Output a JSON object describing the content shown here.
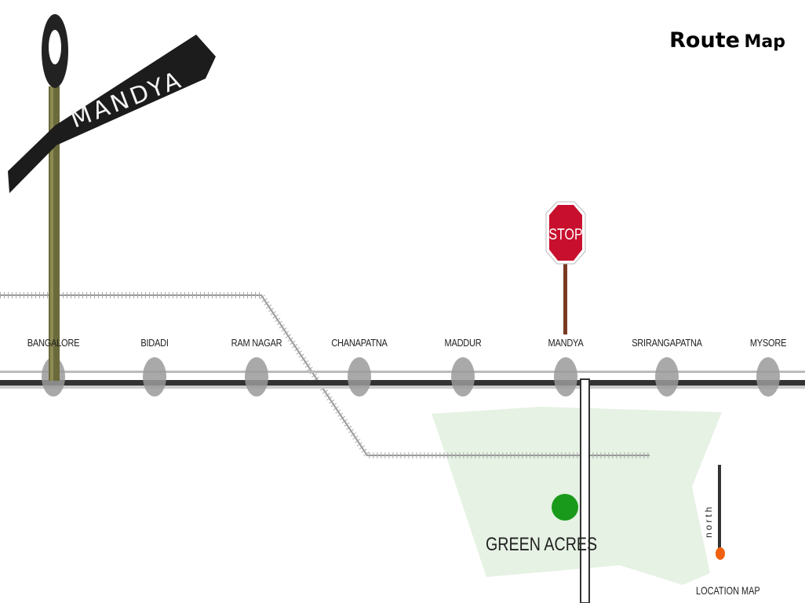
{
  "title": {
    "bold": "Route",
    "rest": "Map"
  },
  "signpost": {
    "text": "MANDYA"
  },
  "stop_sign": {
    "text": "STOP"
  },
  "stations": [
    "BANGALORE",
    "BIDADI",
    "RAM NAGAR",
    "CHANAPATNA",
    "MADDUR",
    "MANDYA",
    "SRIRANGAPATNA",
    "MYSORE"
  ],
  "destination": {
    "label": "GREEN ACRES",
    "color": "#1a9a1a"
  },
  "compass": {
    "label": "north",
    "marker_color": "#f06010"
  },
  "legend": {
    "label": "LOCATION MAP"
  },
  "colors": {
    "area": "#e6f2e4",
    "station": "#9a9a9a",
    "stop": "#c8102e",
    "road": "#333333"
  }
}
